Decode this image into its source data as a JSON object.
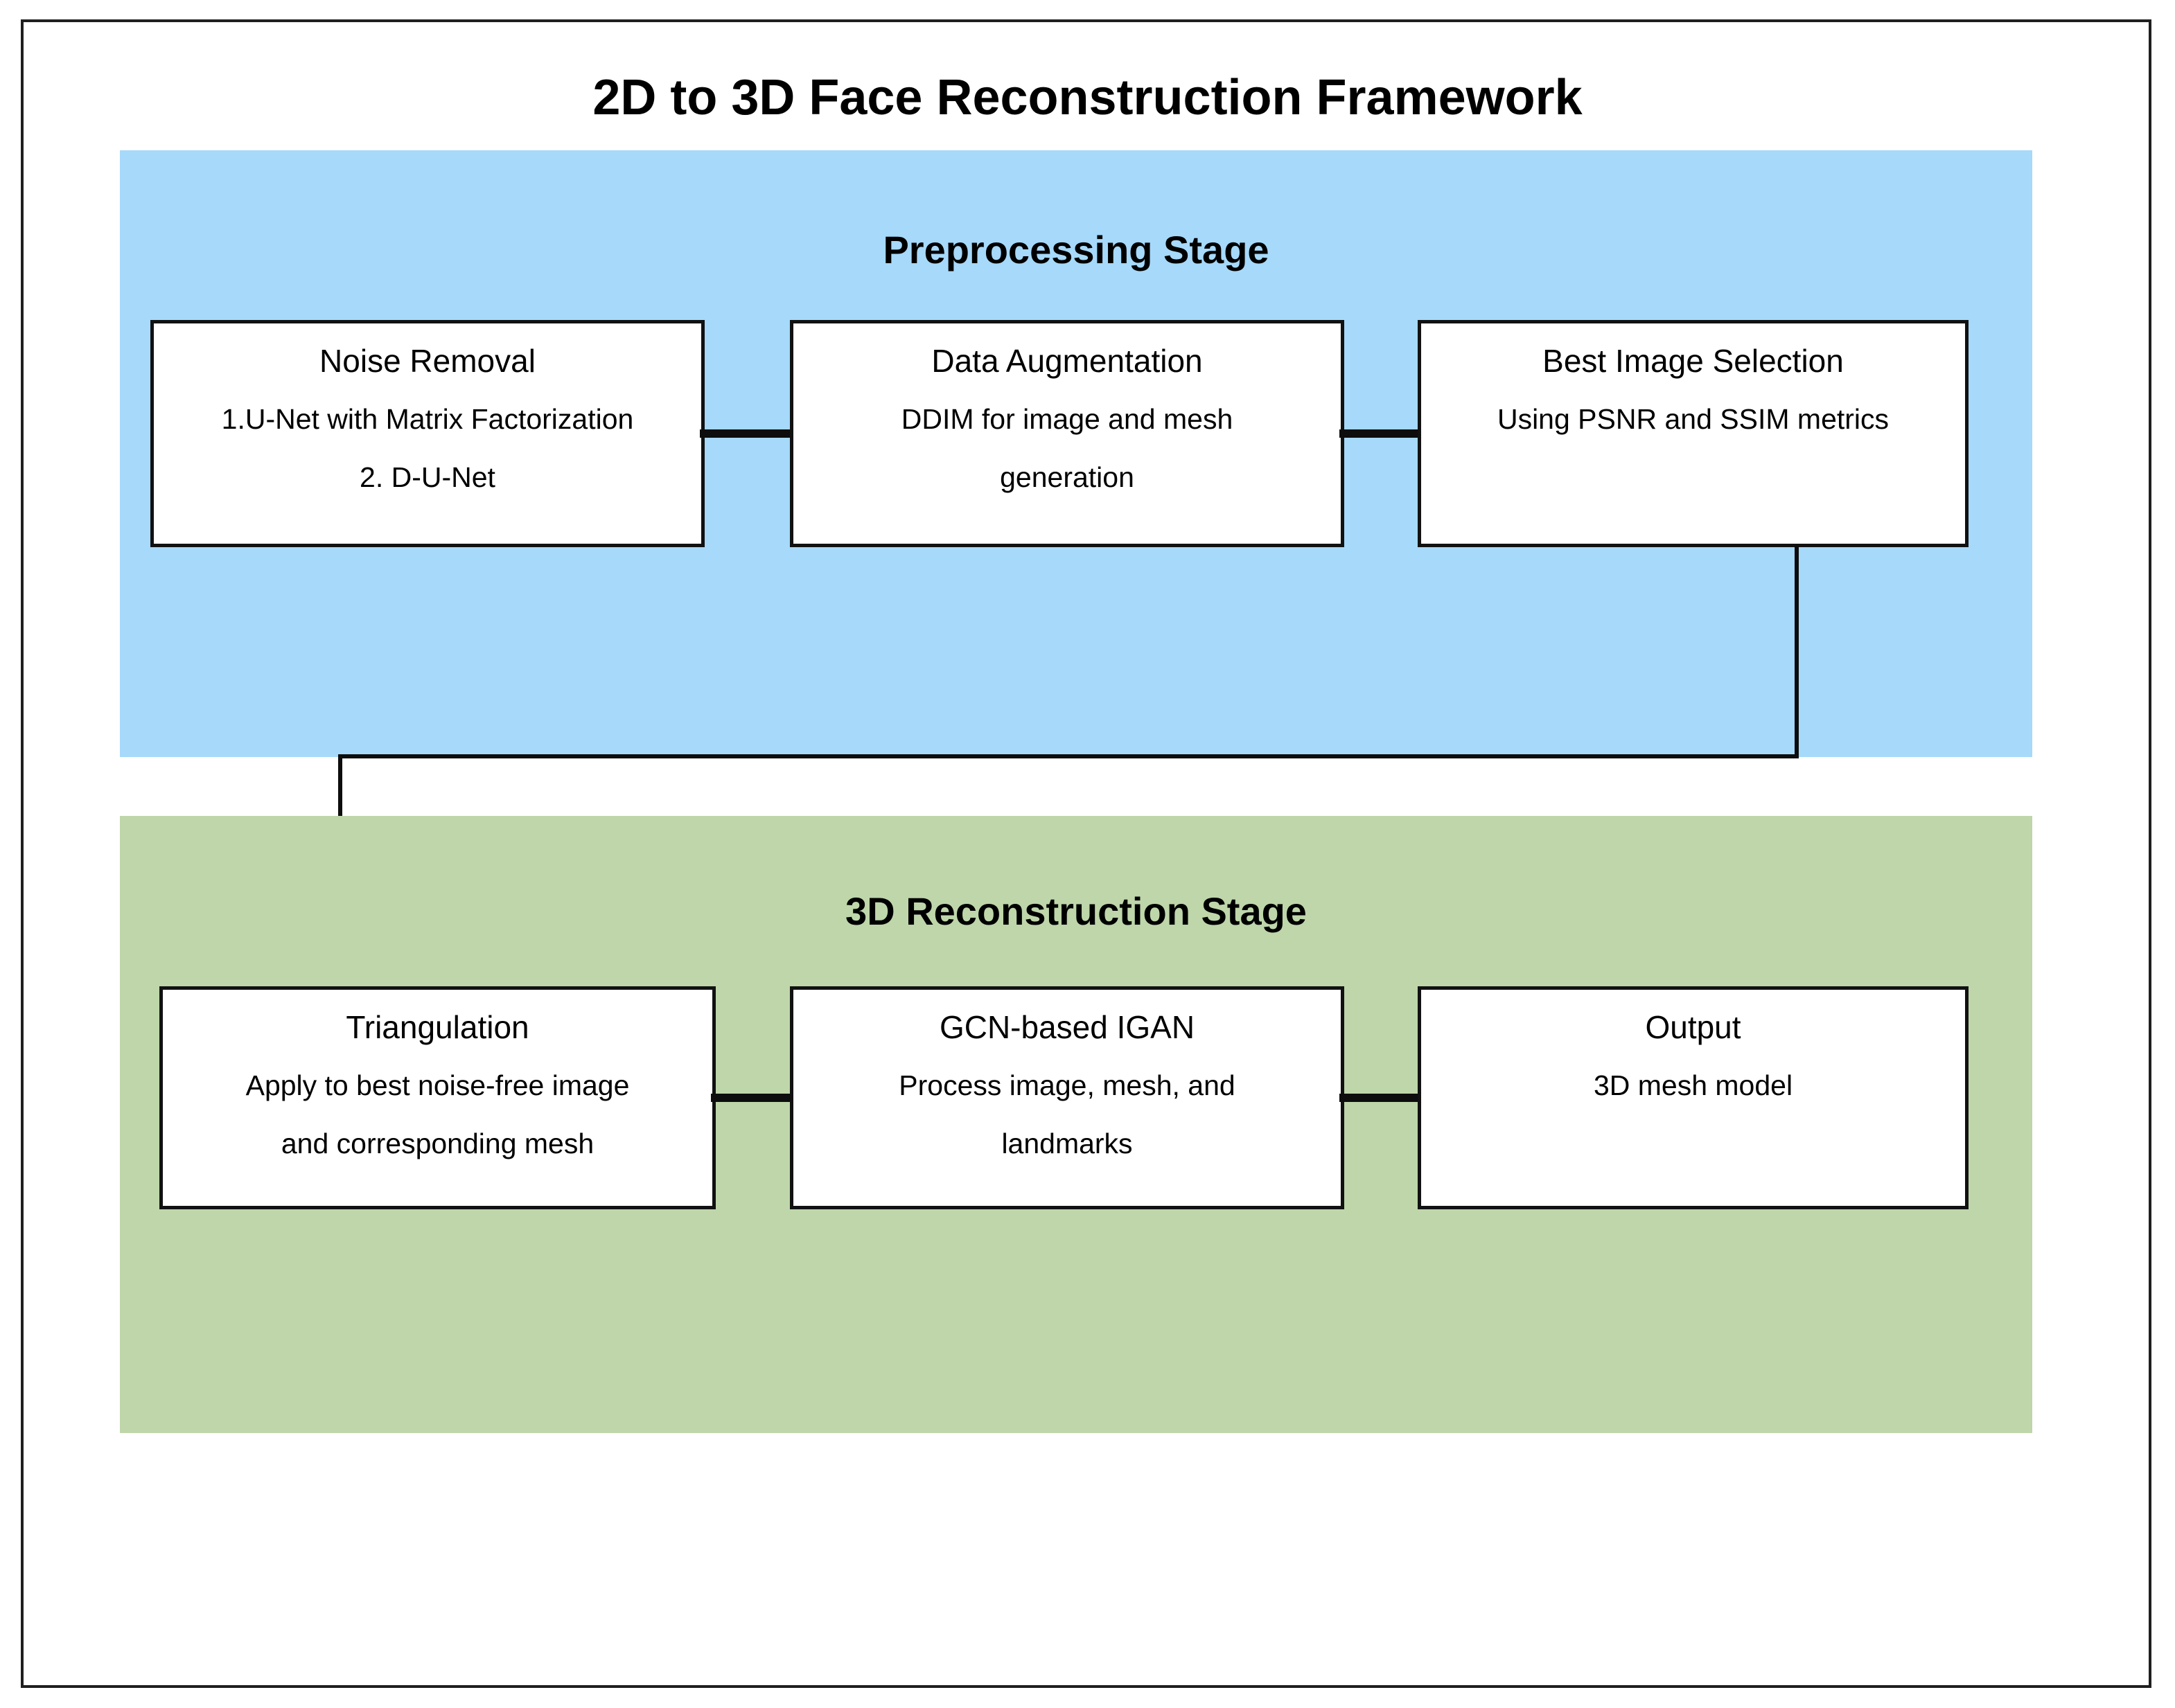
{
  "title": "2D to 3D Face Reconstruction Framework",
  "colors": {
    "preprocessing_bg": "#a6d9fa",
    "reconstruction_bg": "#bed6aa",
    "node_bg": "#ffffff",
    "line_color": "#0d0d0d"
  },
  "stages": [
    {
      "label": "Preprocessing Stage",
      "boxes": [
        {
          "title": "Noise Removal",
          "lines": [
            "1.U-Net with Matrix Factorization",
            "2. D-U-Net"
          ]
        },
        {
          "title": "Data Augmentation",
          "lines": [
            "DDIM for image and mesh",
            "generation"
          ]
        },
        {
          "title": "Best Image Selection",
          "lines": [
            "Using PSNR and SSIM metrics"
          ]
        }
      ]
    },
    {
      "label": "3D Reconstruction Stage",
      "boxes": [
        {
          "title": "Triangulation",
          "lines": [
            "Apply to best noise-free image",
            "and corresponding mesh"
          ]
        },
        {
          "title": "GCN-based IGAN",
          "lines": [
            "Process image, mesh, and",
            "landmarks"
          ]
        },
        {
          "title": "Output",
          "lines": [
            "3D mesh model"
          ]
        }
      ]
    }
  ]
}
